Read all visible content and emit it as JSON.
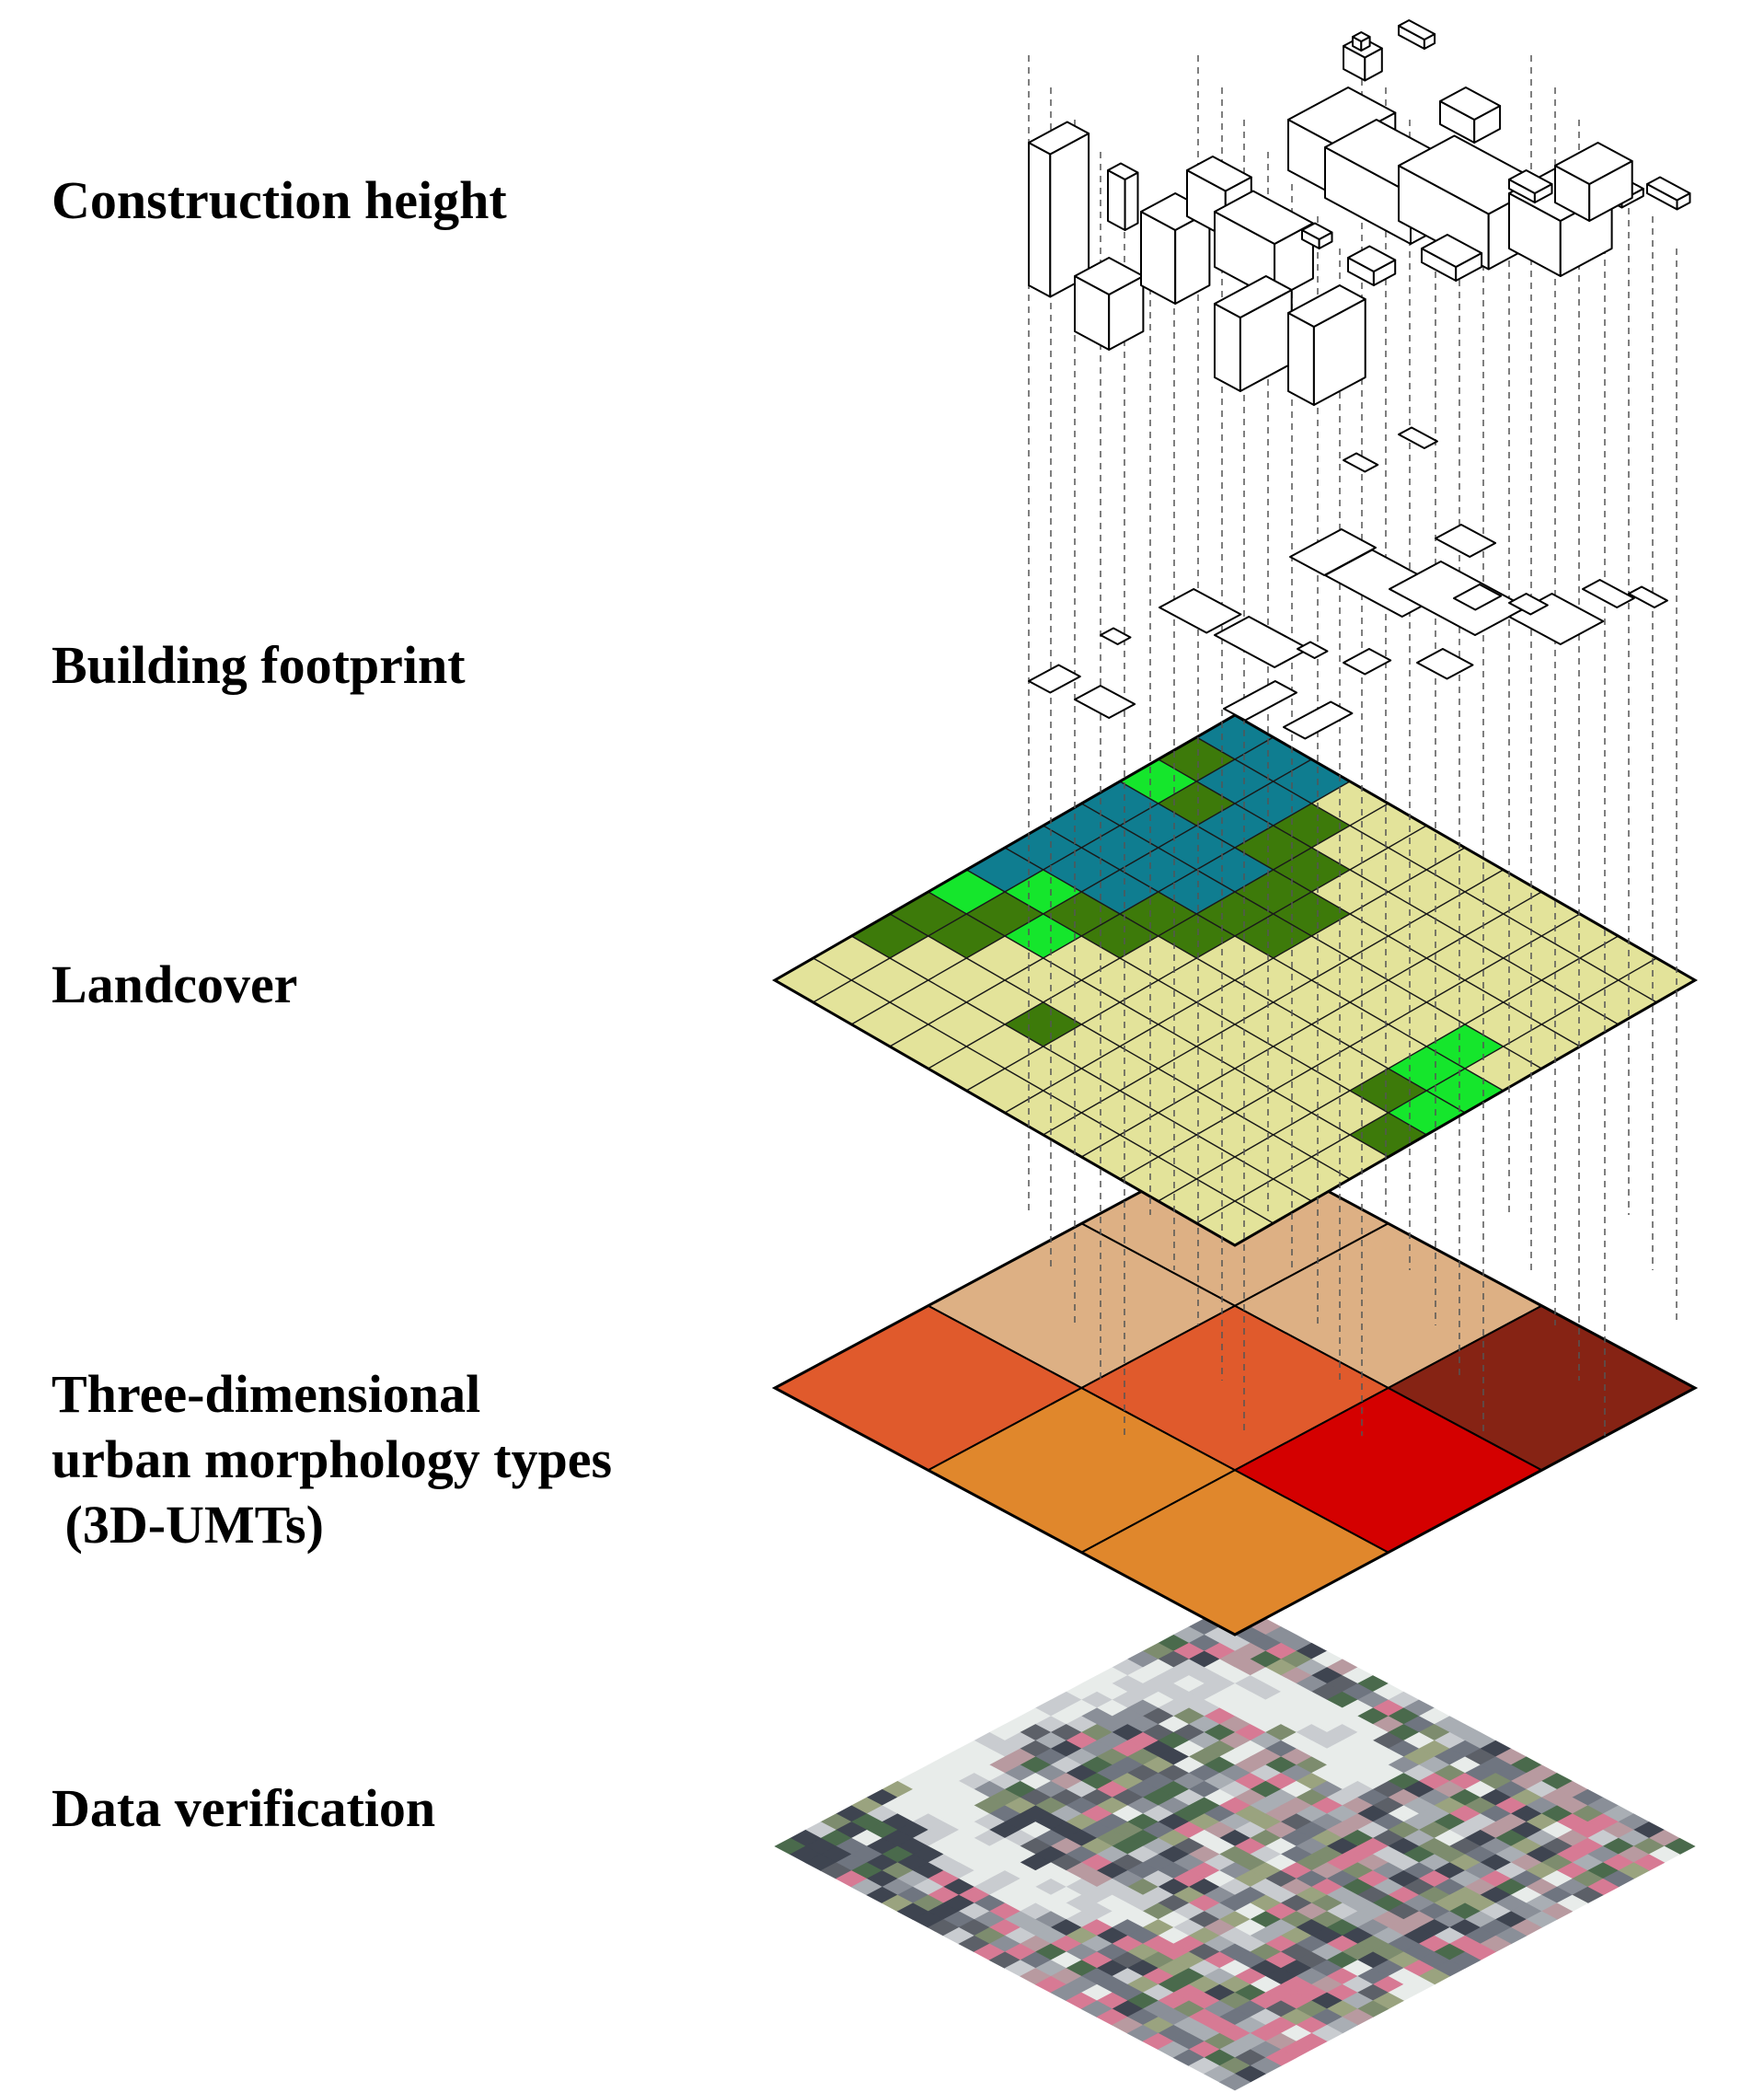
{
  "layers": [
    {
      "id": "construction-height",
      "label": "Construction height"
    },
    {
      "id": "building-footprint",
      "label": "Building footprint"
    },
    {
      "id": "landcover",
      "label": "Landcover"
    },
    {
      "id": "umt",
      "label_lines": [
        "Three-dimensional",
        "urban morphology types",
        " (3D-UMTs)"
      ]
    },
    {
      "id": "data-verification",
      "label": "Data verification"
    }
  ],
  "landcover": {
    "grid_size": 12,
    "colors": {
      "W": "#0f7d90",
      "G": "#3d7a0a",
      "B": "#15e62c",
      "Y": "#e3e39a"
    },
    "rows": [
      "WWWYYYYYYYYY",
      "GWWGYYYYYYYY",
      "BGWGGYYYYYYY",
      "WWWWGGYYYYYY",
      "WWWWGGYYYYBY",
      "WWWGGYYYYYBB",
      "WBGGYYYYYYGB",
      "BGBYYYYYYYYG",
      "GGYYYYYYYYYY",
      "GYYYGYYYYYYY",
      "YYYYYYYYYYYY",
      "YYYYYYYYYYYY"
    ]
  },
  "umt": {
    "grid_size": 3,
    "cells": [
      [
        "#ddb084",
        "#ddb084",
        "#e0582c"
      ],
      [
        "#ddb084",
        "#e0582c",
        "#e0582c"
      ],
      [
        "#862314",
        "#d40000",
        "#e0862c"
      ],
      [
        "#c40a0a",
        "#d40000",
        "#e0862c"
      ]
    ],
    "colors": [
      [
        "#ddb084",
        "#ddb084",
        "#e05a2c"
      ],
      [
        "#ddb084",
        "#e05a2c",
        "#e0872c"
      ],
      [
        "#862314",
        "#d40000",
        "#e0872c"
      ]
    ]
  },
  "satellite": {
    "palette": [
      "#8a8f98",
      "#6f7580",
      "#a9aeb4",
      "#c9ccd0",
      "#5c6068",
      "#4a6a4c",
      "#7d8c6e",
      "#e8ecea",
      "#b89aa0",
      "#d77a94",
      "#3e4450",
      "#9aa37f"
    ]
  }
}
